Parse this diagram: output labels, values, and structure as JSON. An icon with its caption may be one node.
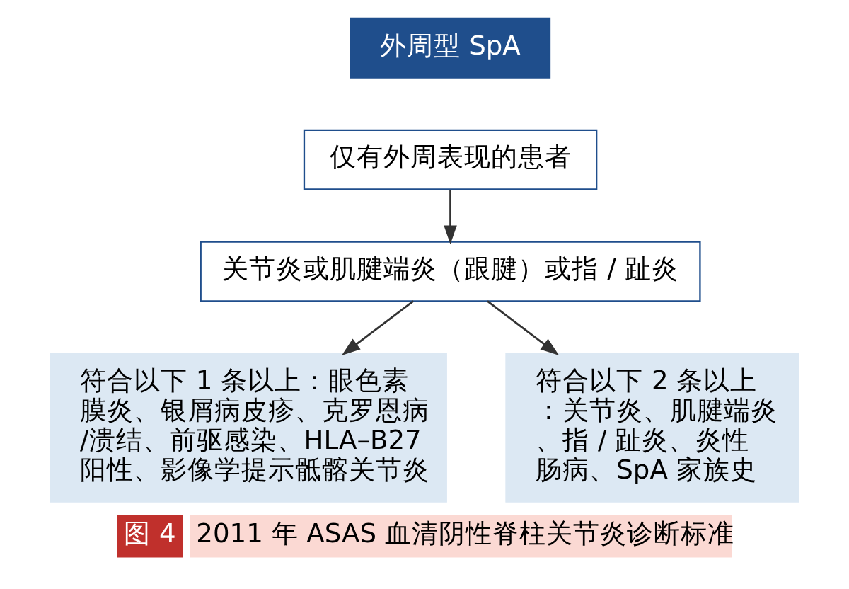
{
  "diagram": {
    "caption": "2011 年 ASAS 血清阴性脊柱关节炎诊断标准",
    "nodes": [
      {
        "text": [
          "外周型 SpA"
        ]
      },
      {
        "text": [
          "仅有外周表现的患者"
        ]
      },
      {
        "text": [
          "关节炎或肌腱端炎（跟腱）或指 / 趾炎"
        ]
      },
      {
        "text": [
          "符合以下 1 条以上：眼色素膜炎、银屑病皮疹、克罗恩病/溃结、前驱感染、HLA–B27阳性、影像学提示骶髂关节炎"
        ]
      },
      {
        "text": [
          "符合以下 2 条以上：关节炎、肌腱端炎、指 / 趾炎、炎性肠病、SpA 家族史"
        ]
      }
    ],
    "edges": [
      {
        "from": 1,
        "to": 2,
        "arrow": "to"
      },
      {
        "from": 2,
        "to": 3,
        "arrow": "to"
      },
      {
        "from": 2,
        "to": 4,
        "arrow": "to"
      }
    ],
    "labels": [
      "图 4"
    ]
  }
}
